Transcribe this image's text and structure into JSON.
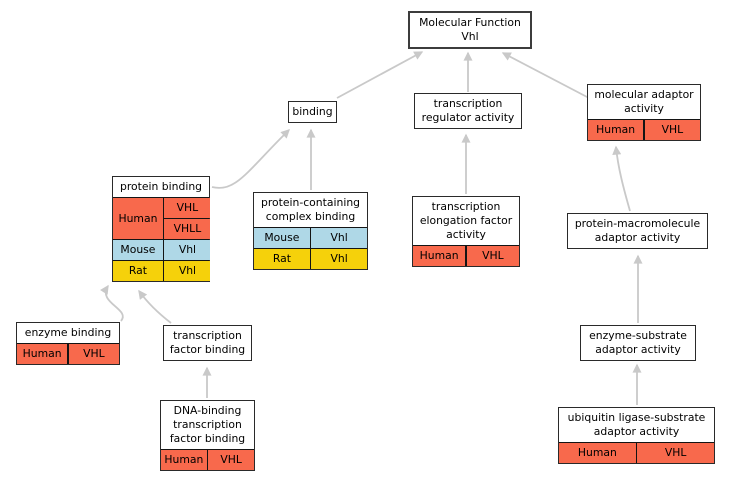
{
  "colors": {
    "human": "#F8694C",
    "mouse": "#AFD8E7",
    "rat": "#F5D10B",
    "edge": "#C9C9C9"
  },
  "nodes": {
    "molecular_function": {
      "label": "Molecular Function\nVhl"
    },
    "binding": {
      "label": "binding"
    },
    "transcription_regulator_activity": {
      "label": "transcription\nregulator activity"
    },
    "molecular_adaptor_activity": {
      "label": "molecular adaptor\nactivity",
      "rows": [
        {
          "species": "Human",
          "genes": [
            "VHL"
          ]
        }
      ]
    },
    "protein_binding": {
      "label": "protein binding",
      "rows": [
        {
          "species": "Human",
          "genes": [
            "VHL",
            "VHLL"
          ]
        },
        {
          "species": "Mouse",
          "genes": [
            "Vhl"
          ]
        },
        {
          "species": "Rat",
          "genes": [
            "Vhl"
          ]
        }
      ]
    },
    "protein_containing_complex_binding": {
      "label": "protein-containing\ncomplex binding",
      "rows": [
        {
          "species": "Mouse",
          "genes": [
            "Vhl"
          ]
        },
        {
          "species": "Rat",
          "genes": [
            "Vhl"
          ]
        }
      ]
    },
    "transcription_elongation_factor_activity": {
      "label": "transcription\nelongation factor\nactivity",
      "rows": [
        {
          "species": "Human",
          "genes": [
            "VHL"
          ]
        }
      ]
    },
    "protein_macromolecule_adaptor_activity": {
      "label": "protein-macromolecule\nadaptor activity"
    },
    "enzyme_binding": {
      "label": "enzyme binding",
      "rows": [
        {
          "species": "Human",
          "genes": [
            "VHL"
          ]
        }
      ]
    },
    "transcription_factor_binding": {
      "label": "transcription\nfactor binding"
    },
    "enzyme_substrate_adaptor_activity": {
      "label": "enzyme-substrate\nadaptor activity"
    },
    "dna_binding_transcription_factor_binding": {
      "label": "DNA-binding\ntranscription\nfactor binding",
      "rows": [
        {
          "species": "Human",
          "genes": [
            "VHL"
          ]
        }
      ]
    },
    "ubiquitin_ligase_substrate_adaptor_activity": {
      "label": "ubiquitin ligase-substrate\nadaptor activity",
      "rows": [
        {
          "species": "Human",
          "genes": [
            "VHL"
          ]
        }
      ]
    }
  }
}
